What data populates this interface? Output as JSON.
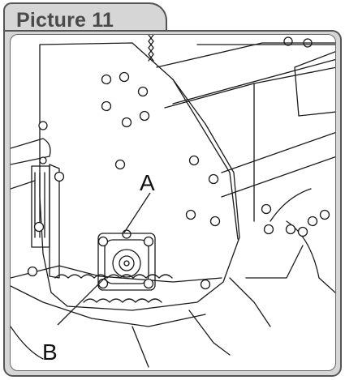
{
  "figure": {
    "title": "Picture 11",
    "callouts": {
      "a": "A",
      "b": "B"
    }
  },
  "colors": {
    "frame": "#d6d6d6",
    "frame_border": "#555555",
    "panel": "#ffffff",
    "line": "#1a1a1a"
  }
}
